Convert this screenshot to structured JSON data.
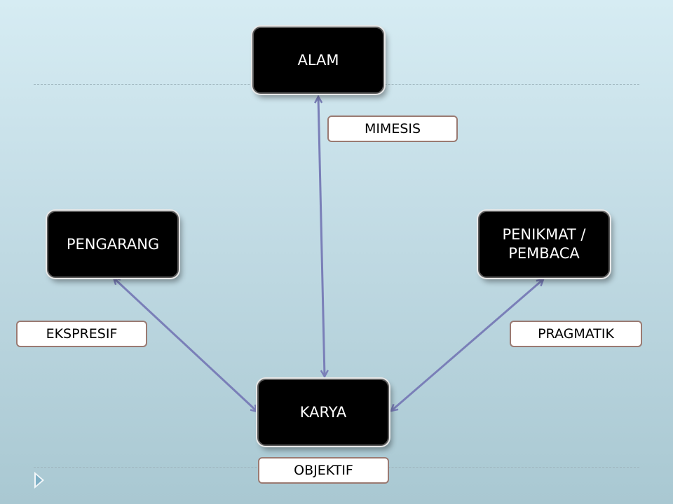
{
  "nodes": {
    "alam": "ALAM",
    "pengarang": "PENGARANG",
    "penikmat": "PENIKMAT /\nPEMBACA",
    "karya": "KARYA"
  },
  "labels": {
    "mimesis": "MIMESIS",
    "ekspresif": "EKSPRESIF",
    "pragmatik": "PRAGMATIK",
    "objektif": "OBJEKTIF"
  },
  "colors": {
    "arrow": "#7a7fb8",
    "node_bg": "#000000",
    "label_border": "#9a7a72",
    "slide_marker": "#7fb0c6"
  },
  "icons": {
    "slide_marker": "triangle-right-icon"
  }
}
